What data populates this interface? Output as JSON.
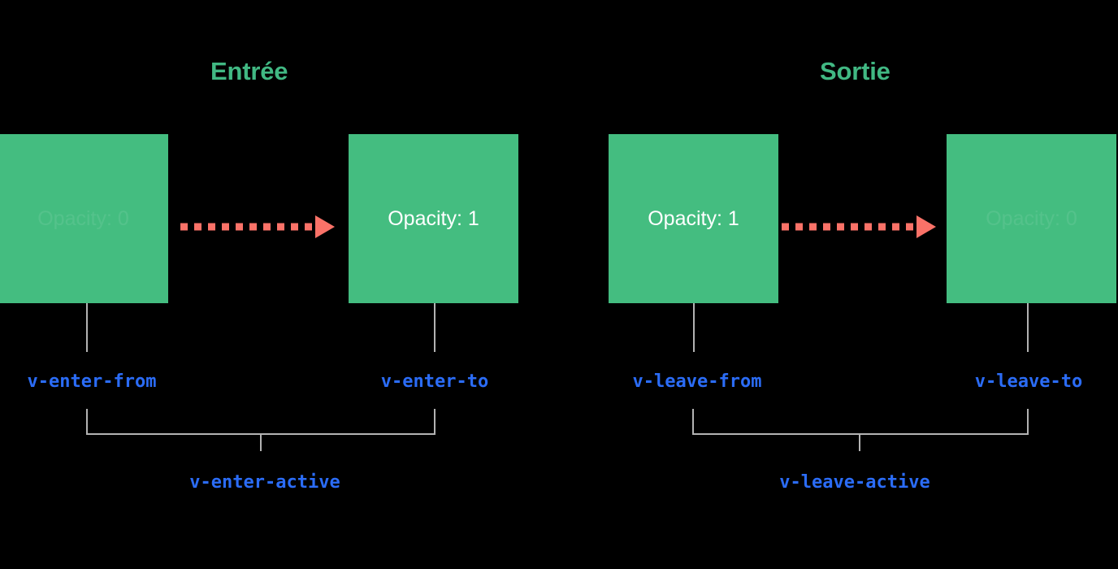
{
  "diagram": {
    "title_enter": "Entrée",
    "title_leave": "Sortie",
    "accent_green": "#41b883",
    "box_green": "#44bd80",
    "arrow_red": "#fa7268",
    "label_blue": "#2b6cf6",
    "line_gray": "#b3b3b3",
    "background": "#000000"
  },
  "enter": {
    "title": "Entrée",
    "from_box": {
      "text": "Opacity: 0",
      "faded": true
    },
    "to_box": {
      "text": "Opacity: 1",
      "faded": false
    },
    "from_label": "v-enter-from",
    "to_label": "v-enter-to",
    "active_label": "v-enter-active"
  },
  "leave": {
    "title": "Sortie",
    "from_box": {
      "text": "Opacity: 1",
      "faded": false
    },
    "to_box": {
      "text": "Opacity: 0",
      "faded": true
    },
    "from_label": "v-leave-from",
    "to_label": "v-leave-to",
    "active_label": "v-leave-active"
  }
}
